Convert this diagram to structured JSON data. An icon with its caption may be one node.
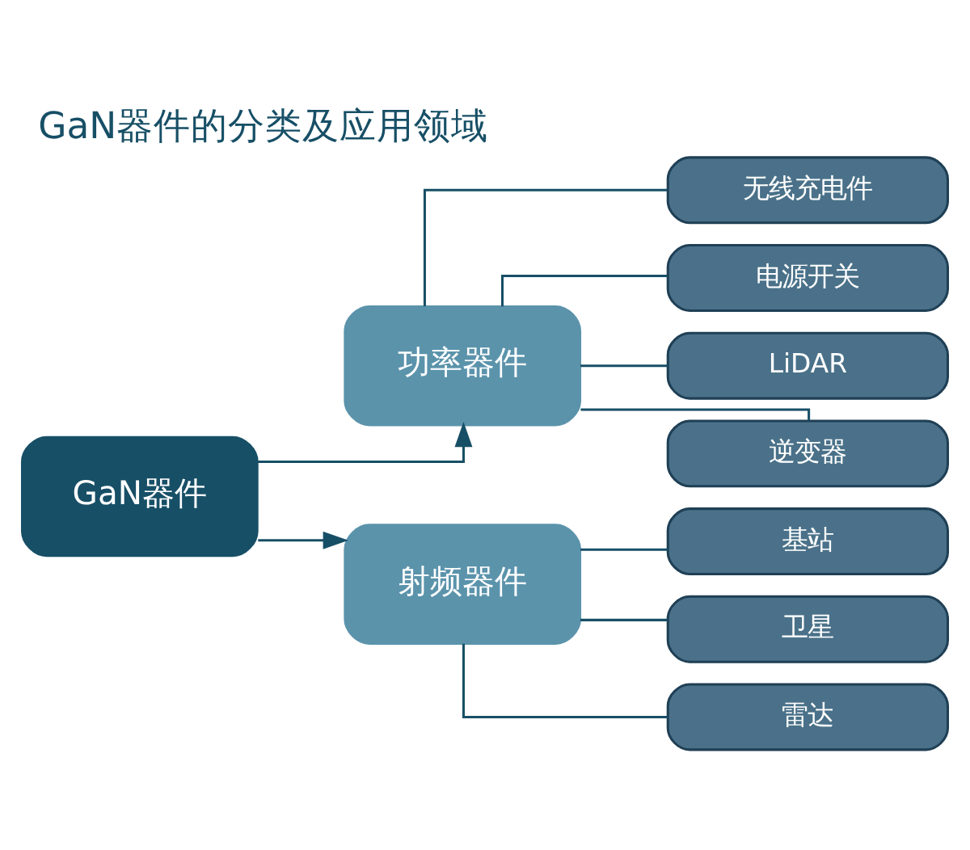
{
  "diagram": {
    "title": "GaN器件的分类及应用领域",
    "nodes": [
      {
        "text": [
          "GaN器件"
        ]
      },
      {
        "text": [
          "功率器件"
        ]
      },
      {
        "text": [
          "射频器件"
        ]
      },
      {
        "text": [
          "无线充电件"
        ]
      },
      {
        "text": [
          "电源开关"
        ]
      },
      {
        "text": [
          "LiDAR"
        ]
      },
      {
        "text": [
          "逆变器"
        ]
      },
      {
        "text": [
          "基站"
        ]
      },
      {
        "text": [
          "卫星"
        ]
      },
      {
        "text": [
          "雷达"
        ]
      }
    ],
    "edges": [
      {
        "from": 0,
        "to": 1,
        "arrow": "to"
      },
      {
        "from": 0,
        "to": 2,
        "arrow": "to"
      },
      {
        "from": 1,
        "to": 3,
        "arrow": "none"
      },
      {
        "from": 1,
        "to": 4,
        "arrow": "none"
      },
      {
        "from": 1,
        "to": 5,
        "arrow": "none"
      },
      {
        "from": 1,
        "to": 6,
        "arrow": "none"
      },
      {
        "from": 2,
        "to": 7,
        "arrow": "none"
      },
      {
        "from": 2,
        "to": 8,
        "arrow": "none"
      },
      {
        "from": 2,
        "to": 9,
        "arrow": "none"
      }
    ]
  }
}
